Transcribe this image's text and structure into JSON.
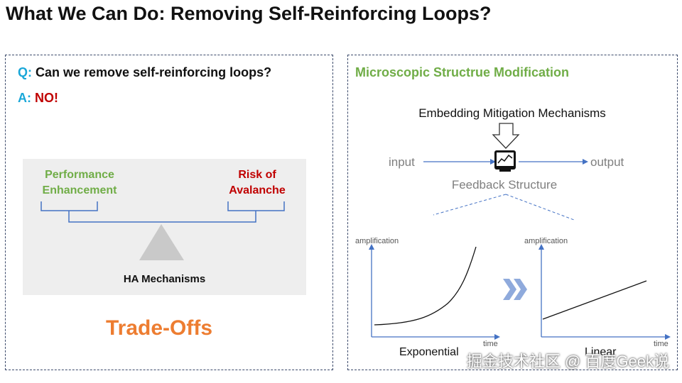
{
  "title": "What We Can Do: Removing Self-Reinforcing Loops?",
  "left": {
    "q_prefix": "Q:",
    "q_text": "Can we remove self-reinforcing loops?",
    "a_prefix": "A:",
    "a_text": "NO!",
    "balance": {
      "left_label": "Performance Enhancement",
      "right_label": "Risk of Avalanche",
      "fulcrum_label": "HA Mechanisms"
    },
    "tradeoff_label": "Trade-Offs"
  },
  "right": {
    "title": "Microscopic Structrue Modification",
    "embedding_label": "Embedding Mitigation Mechanisms",
    "input_label": "input",
    "output_label": "output",
    "feedback_label": "Feedback Structure",
    "chart_left": {
      "ylabel": "amplification",
      "xlabel": "time",
      "name": "Exponential"
    },
    "chart_right": {
      "ylabel": "amplification",
      "xlabel": "time",
      "name": "Linear"
    }
  },
  "watermark": "掘金技术社区 @ 百度Geek说",
  "colors": {
    "cyan": "#1aa7d8",
    "red": "#c00000",
    "green": "#70ad47",
    "orange": "#ed7d31",
    "blue_line": "#4472c4",
    "chevron": "#8faadc"
  }
}
